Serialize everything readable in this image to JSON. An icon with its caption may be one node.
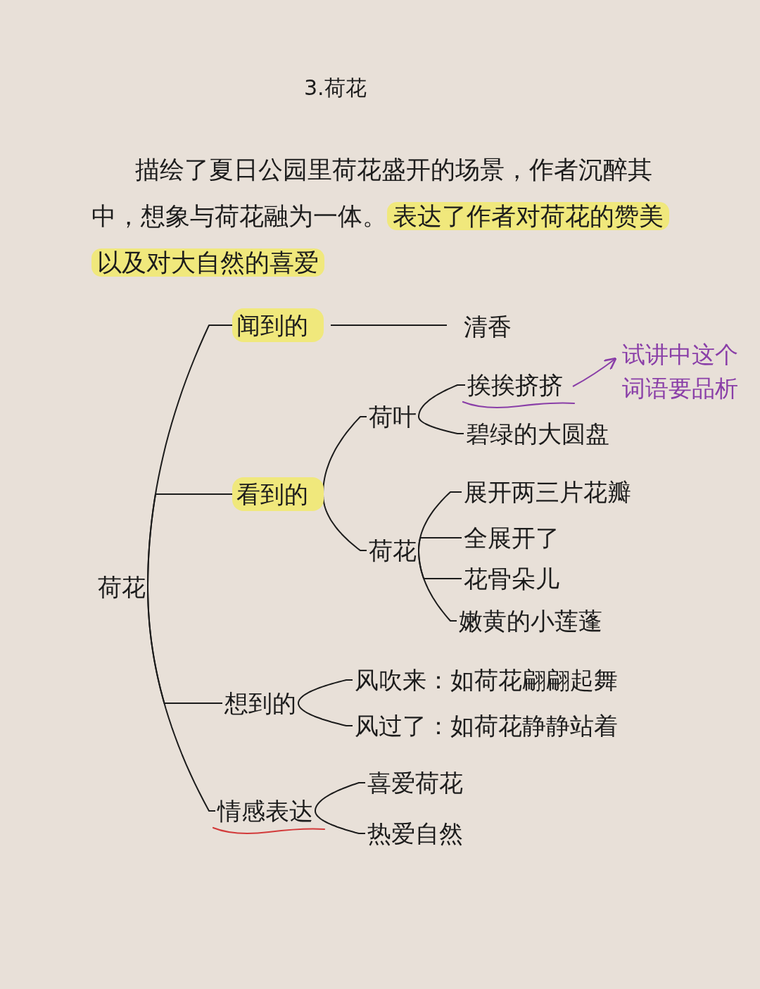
{
  "diagram": {
    "title": "3.荷花",
    "nodes": [
      {
        "text": [
          "荷花"
        ]
      },
      {
        "text": [
          "闻到的"
        ]
      },
      {
        "text": [
          "清香"
        ]
      },
      {
        "text": [
          "看到的"
        ]
      },
      {
        "text": [
          "荷叶"
        ]
      },
      {
        "text": [
          "挨挨挤挤"
        ]
      },
      {
        "text": [
          "碧绿的大圆盘"
        ]
      },
      {
        "text": [
          "荷花"
        ]
      },
      {
        "text": [
          "展开两三片花瓣"
        ]
      },
      {
        "text": [
          "全展开了"
        ]
      },
      {
        "text": [
          "花骨朵儿"
        ]
      },
      {
        "text": [
          "嫩黄的小莲蓬"
        ]
      },
      {
        "text": [
          "想到的"
        ]
      },
      {
        "text": [
          "风吹来：如荷花翩翩起舞"
        ]
      },
      {
        "text": [
          "风过了：如荷花静静站着"
        ]
      },
      {
        "text": [
          "情感表达"
        ]
      },
      {
        "text": [
          "喜爱荷花"
        ]
      },
      {
        "text": [
          "热爱自然"
        ]
      },
      {
        "text": [
          "试讲中这个词语要品析"
        ]
      }
    ],
    "edges": [
      {
        "from": 0,
        "to": 1,
        "arrow": "none"
      },
      {
        "from": 0,
        "to": 3,
        "arrow": "none"
      },
      {
        "from": 0,
        "to": 12,
        "arrow": "none"
      },
      {
        "from": 0,
        "to": 15,
        "arrow": "none"
      },
      {
        "from": 1,
        "to": 2,
        "arrow": "none"
      },
      {
        "from": 3,
        "to": 4,
        "arrow": "none"
      },
      {
        "from": 3,
        "to": 7,
        "arrow": "none"
      },
      {
        "from": 4,
        "to": 5,
        "arrow": "none"
      },
      {
        "from": 4,
        "to": 6,
        "arrow": "none"
      },
      {
        "from": 7,
        "to": 8,
        "arrow": "none"
      },
      {
        "from": 7,
        "to": 9,
        "arrow": "none"
      },
      {
        "from": 7,
        "to": 10,
        "arrow": "none"
      },
      {
        "from": 7,
        "to": 11,
        "arrow": "none"
      },
      {
        "from": 12,
        "to": 13,
        "arrow": "none"
      },
      {
        "from": 12,
        "to": 14,
        "arrow": "none"
      },
      {
        "from": 15,
        "to": 16,
        "arrow": "none"
      },
      {
        "from": 15,
        "to": 17,
        "arrow": "none"
      },
      {
        "from": 5,
        "to": 18,
        "arrow": "to",
        "color": "#8a3fa8"
      }
    ],
    "labels": [
      "描绘了夏日公园里荷花盛开的场景，作者沉醉其中，想象与荷花融为一体。",
      "表达了作者对荷花的赞美以及对大自然的喜爱"
    ]
  }
}
